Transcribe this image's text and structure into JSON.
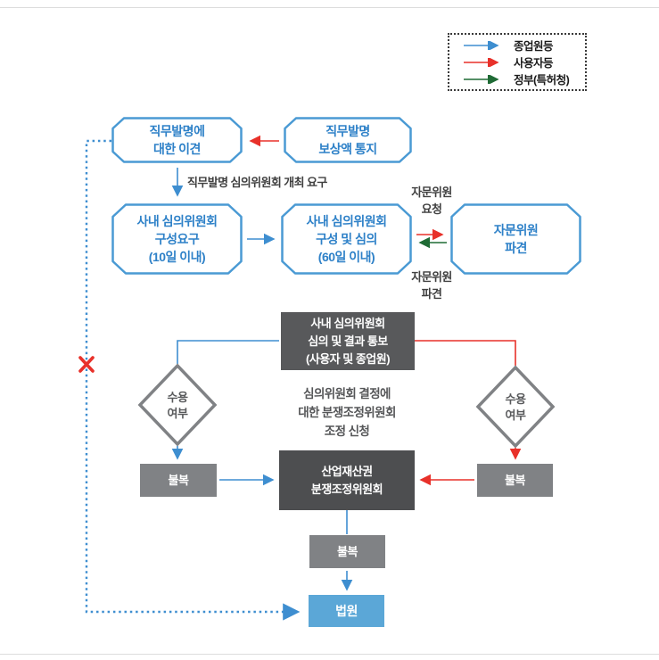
{
  "colors": {
    "blue": "#3e8ed0",
    "boxblue": "#4a9ad4",
    "textblue": "#2e81c8",
    "red": "#e8312a",
    "green": "#1f6b35",
    "dark": "#58595b",
    "dark2": "#4d4e50",
    "gray": "#808285",
    "lightblue": "#5ba7d7",
    "label": "#404040"
  },
  "legend": {
    "items": [
      {
        "label": "종업원등",
        "color": "#3e8ed0"
      },
      {
        "label": "사용자등",
        "color": "#e8312a"
      },
      {
        "label": "정부(특허청)",
        "color": "#1f6b35"
      }
    ]
  },
  "nodes": {
    "disagreement": "직무발명에\n대한 이견",
    "compensation_notice": "직무발명\n보상액 통지",
    "committee_request": "사내 심의위원회\n구성요구\n(10일 이내)",
    "committee_review": "사내 심의위원회\n구성 및 심의\n(60일 이내)",
    "advisor_dispatch": "자문위원\n파견",
    "review_result": "사내 심의위원회\n심의 및 결과 통보\n(사용자 및 종업원)",
    "accept_left": "수용\n여부",
    "accept_right": "수용\n여부",
    "appeal_left": "불복",
    "appeal_right": "불복",
    "mediation_committee": "산업재산권\n분쟁조정위원회",
    "appeal_bottom": "불복",
    "court": "법원"
  },
  "labels": {
    "open_request": "직무발명 심의위원회 개최 요구",
    "advisor_request": "자문위원\n요청",
    "advisor_dispatch": "자문위원\n파견",
    "mediation_apply": "심의위원회 결정에\n대한 분쟁조정위원회\n조정 신청"
  }
}
